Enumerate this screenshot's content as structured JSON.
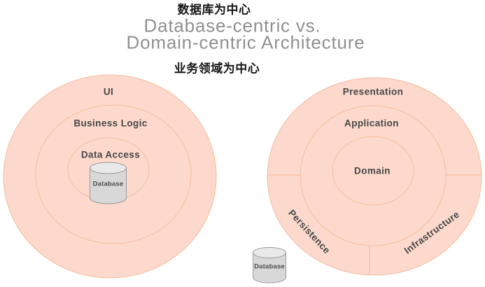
{
  "title": {
    "line1": "Database-centric vs.",
    "line2": "Domain-centric Architecture"
  },
  "annotations": {
    "database_centric_cn": "数据库为中心",
    "domain_centric_cn": "业务领域为中心"
  },
  "left_diagram": {
    "name": "database-centric-architecture",
    "rings": [
      {
        "label": "UI"
      },
      {
        "label": "Business Logic"
      },
      {
        "label": "Data Access"
      }
    ],
    "center_item": {
      "type": "database-cylinder",
      "label": "Database"
    }
  },
  "right_diagram": {
    "name": "domain-centric-architecture",
    "rings": [
      {
        "label": "Presentation"
      },
      {
        "label": "Application"
      },
      {
        "label": "Domain"
      }
    ],
    "outer_segments": [
      {
        "label": "Persistence"
      },
      {
        "label": "Infrastructure"
      }
    ],
    "external_item": {
      "type": "database-cylinder",
      "label": "Database"
    }
  },
  "colors": {
    "ring_fill": "#fcd9cc",
    "ring_stroke": "#f4bda1",
    "title_gray": "#909090",
    "label_gray": "#474747",
    "annotation_black": "#161616",
    "cyl_body": "#d8d8d8",
    "cyl_top": "#e9e9e9",
    "cyl_stroke": "#9a9a9a",
    "cyl_label": "#4d4d4d"
  }
}
